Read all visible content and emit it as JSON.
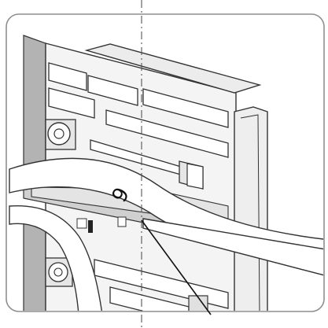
{
  "callout": {
    "label": "9"
  },
  "colors": {
    "ink": "#333333",
    "frame_grey": "#9a9a9a",
    "panel_grey": "#b5b5b5",
    "light_grey": "#e6e6e6",
    "background": "#ffffff"
  },
  "icons": {
    "callout_line": "leader-line",
    "centerline": "dashed-centerline"
  }
}
